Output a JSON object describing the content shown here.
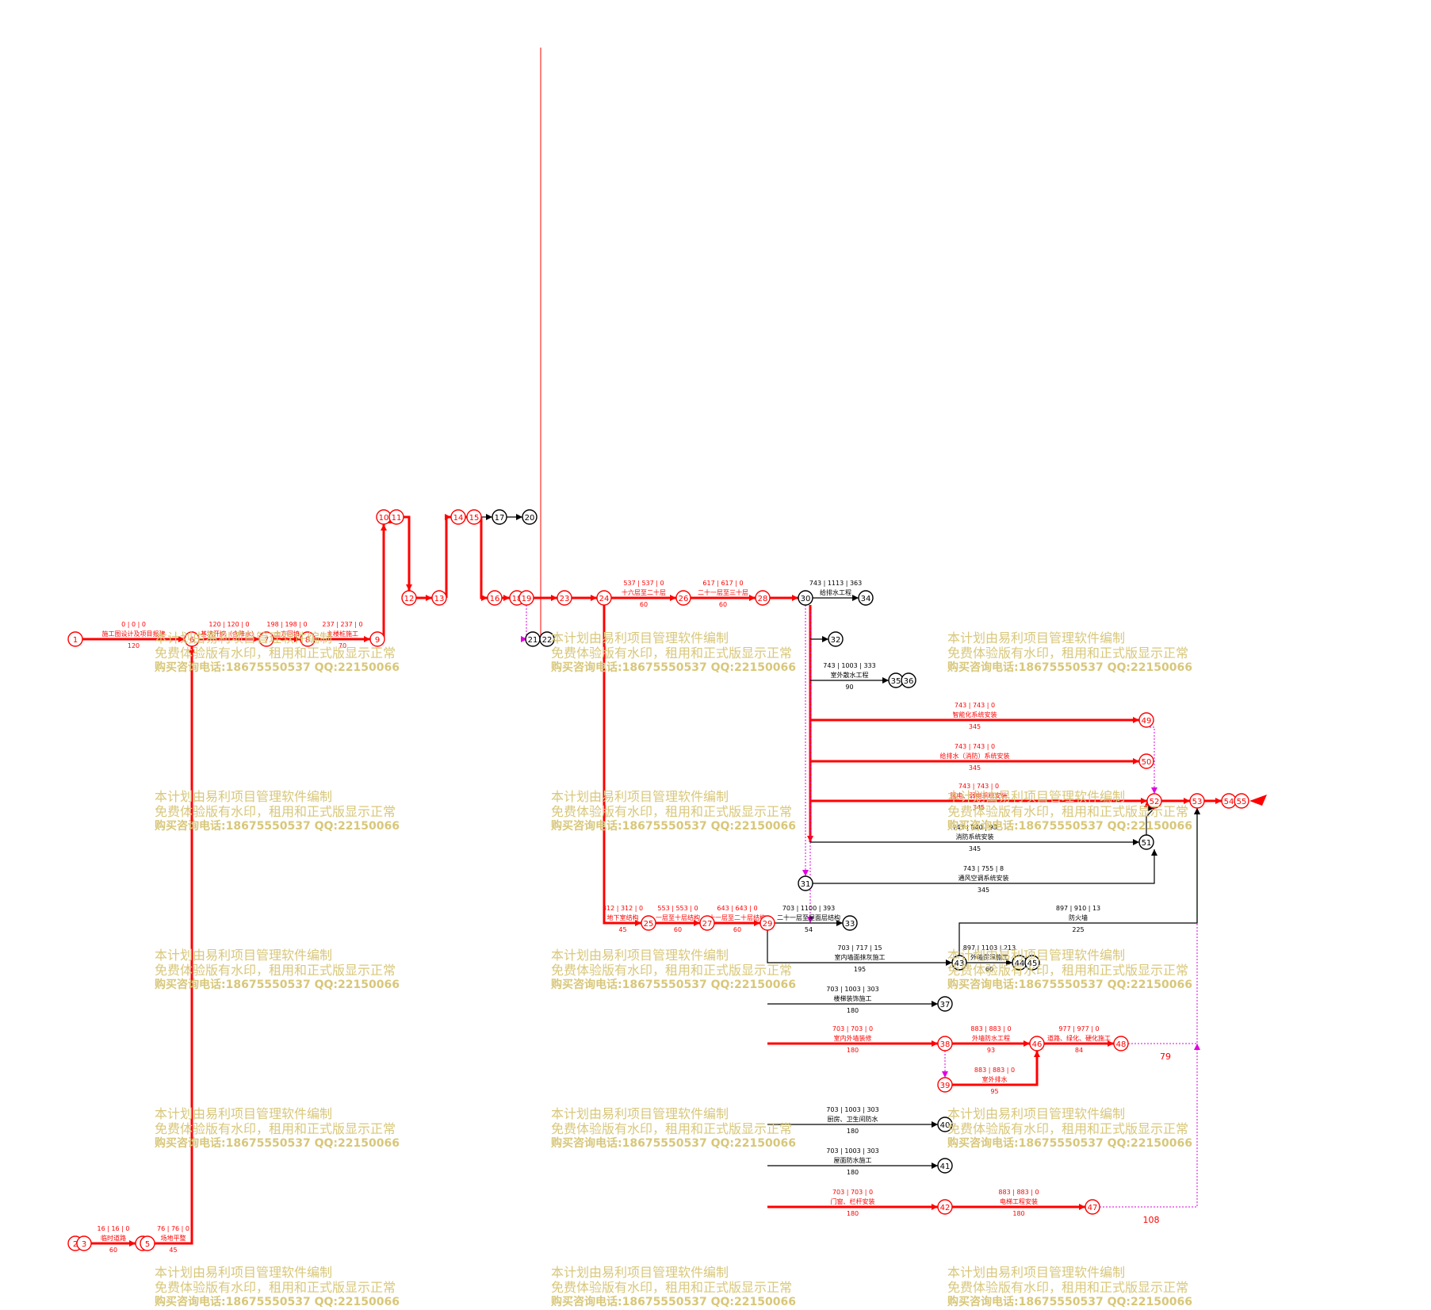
{
  "colors": {
    "critical": "#ff0000",
    "normal": "#000000",
    "virtual": "#e000e0",
    "watermark": "#d8c77a",
    "background": "#ffffff"
  },
  "watermark": {
    "line1": "本计划由易利项目管理软件编制",
    "line2": "免费体验版有水印，租用和正式版显示正常",
    "line3": "购买咨询电话:18675550537 QQ:22150066"
  },
  "nodes": [
    {
      "id": "1",
      "critical": true
    },
    {
      "id": "2",
      "critical": true
    },
    {
      "id": "3",
      "critical": true
    },
    {
      "id": "4",
      "critical": true
    },
    {
      "id": "5",
      "critical": true
    },
    {
      "id": "6",
      "critical": true
    },
    {
      "id": "7",
      "critical": true
    },
    {
      "id": "8",
      "critical": true
    },
    {
      "id": "9",
      "critical": true
    },
    {
      "id": "10",
      "critical": true
    },
    {
      "id": "11",
      "critical": true
    },
    {
      "id": "12",
      "critical": true
    },
    {
      "id": "13",
      "critical": true
    },
    {
      "id": "14",
      "critical": true
    },
    {
      "id": "15",
      "critical": true
    },
    {
      "id": "16",
      "critical": true
    },
    {
      "id": "17",
      "critical": false
    },
    {
      "id": "18",
      "critical": true
    },
    {
      "id": "19",
      "critical": true
    },
    {
      "id": "20",
      "critical": false
    },
    {
      "id": "21",
      "critical": false
    },
    {
      "id": "22",
      "critical": false
    },
    {
      "id": "23",
      "critical": true
    },
    {
      "id": "24",
      "critical": true
    },
    {
      "id": "25",
      "critical": true
    },
    {
      "id": "26",
      "critical": true
    },
    {
      "id": "27",
      "critical": true
    },
    {
      "id": "28",
      "critical": true
    },
    {
      "id": "29",
      "critical": true
    },
    {
      "id": "30",
      "critical": false
    },
    {
      "id": "31",
      "critical": false
    },
    {
      "id": "32",
      "critical": false
    },
    {
      "id": "33",
      "critical": false
    },
    {
      "id": "34",
      "critical": false
    },
    {
      "id": "35",
      "critical": false
    },
    {
      "id": "36",
      "critical": false
    },
    {
      "id": "37",
      "critical": false
    },
    {
      "id": "38",
      "critical": true
    },
    {
      "id": "39",
      "critical": true
    },
    {
      "id": "40",
      "critical": false
    },
    {
      "id": "41",
      "critical": false
    },
    {
      "id": "42",
      "critical": true
    },
    {
      "id": "43",
      "critical": false
    },
    {
      "id": "44",
      "critical": false
    },
    {
      "id": "45",
      "critical": false
    },
    {
      "id": "46",
      "critical": true
    },
    {
      "id": "47",
      "critical": true
    },
    {
      "id": "48",
      "critical": true
    },
    {
      "id": "49",
      "critical": true
    },
    {
      "id": "50",
      "critical": true
    },
    {
      "id": "51",
      "critical": false
    },
    {
      "id": "52",
      "critical": true
    },
    {
      "id": "53",
      "critical": true
    },
    {
      "id": "54",
      "critical": true
    },
    {
      "id": "55",
      "critical": true
    }
  ],
  "activities": [
    {
      "name": "施工图设计及项目报建",
      "duration": "120",
      "from": "1",
      "to": "6",
      "critical": true,
      "params": "0 | 0 | 0"
    },
    {
      "name": "临时道路",
      "duration": "60",
      "from": "3",
      "to": "4",
      "critical": true,
      "params": "16 | 16 | 0"
    },
    {
      "name": "场地平整",
      "duration": "45",
      "from": "5",
      "to": "6",
      "critical": true,
      "params": "76 | 76 | 0"
    },
    {
      "name": "基坑开挖（含降水）",
      "duration": "",
      "from": "6",
      "to": "7",
      "critical": true,
      "params": "120 | 120 | 0"
    },
    {
      "name": "土方回填",
      "duration": "",
      "from": "7",
      "to": "8",
      "critical": true,
      "params": "198 | 198 | 0"
    },
    {
      "name": "主楼桩施工",
      "duration": "70",
      "from": "8",
      "to": "9",
      "critical": true,
      "params": "237 | 237 | 0"
    },
    {
      "name": "十六层至二十层",
      "duration": "60",
      "from": "24",
      "to": "26",
      "critical": true,
      "params": "537 | 537 | 0"
    },
    {
      "name": "二十一层至三十层",
      "duration": "60",
      "from": "26",
      "to": "28",
      "critical": true,
      "params": "617 | 617 | 0"
    },
    {
      "name": "地下室结构",
      "duration": "45",
      "from": "24",
      "to": "25",
      "critical": true,
      "params": "312 | 312 | 0"
    },
    {
      "name": "一层至十层结构",
      "duration": "60",
      "from": "25",
      "to": "27",
      "critical": true,
      "params": "553 | 553 | 0"
    },
    {
      "name": "十一层至二十层结构",
      "duration": "60",
      "from": "27",
      "to": "29",
      "critical": true,
      "params": "643 | 643 | 0"
    },
    {
      "name": "二十一层至屋面层结构",
      "duration": "54",
      "from": "29",
      "to": "33",
      "critical": false,
      "params": "703 | 1100 | 393"
    },
    {
      "name": "室内墙面抹灰施工",
      "duration": "195",
      "from": "29",
      "to": "43",
      "critical": false,
      "params": "703 | 717 | 15"
    },
    {
      "name": "楼梯装饰施工",
      "duration": "180",
      "from": "29",
      "to": "37",
      "critical": false,
      "params": "703 | 1003 | 303"
    },
    {
      "name": "室内外墙装修",
      "duration": "180",
      "from": "29",
      "to": "38",
      "critical": true,
      "params": "703 | 703 | 0"
    },
    {
      "name": "外墙防水工程",
      "duration": "93",
      "from": "38",
      "to": "46",
      "critical": true,
      "params": "883 | 883 | 0"
    },
    {
      "name": "室外排水",
      "duration": "95",
      "from": "39",
      "to": "46",
      "critical": true,
      "params": "883 | 883 | 0"
    },
    {
      "name": "道路、绿化、硬化施工",
      "duration": "84",
      "from": "46",
      "to": "48",
      "critical": true,
      "params": "977 | 977 | 0"
    },
    {
      "name": "厨房、卫生间防水",
      "duration": "180",
      "from": "29",
      "to": "40",
      "critical": false,
      "params": "703 | 1003 | 303"
    },
    {
      "name": "屋面防水施工",
      "duration": "180",
      "from": "29",
      "to": "41",
      "critical": false,
      "params": "703 | 1003 | 303"
    },
    {
      "name": "门窗、栏杆安装",
      "duration": "180",
      "from": "29",
      "to": "42",
      "critical": true,
      "params": "703 | 703 | 0"
    },
    {
      "name": "电梯工程安装",
      "duration": "180",
      "from": "42",
      "to": "47",
      "critical": true,
      "params": "883 | 883 | 0"
    },
    {
      "name": "给排水工程",
      "duration": "",
      "from": "30",
      "to": "34",
      "critical": false,
      "params": "743 | 1113 | 363"
    },
    {
      "name": "室外散水工程",
      "duration": "90",
      "from": "30",
      "to": "35",
      "critical": false,
      "params": "743 | 1003 | 333"
    },
    {
      "name": "智能化系统安装",
      "duration": "345",
      "from": "30",
      "to": "49",
      "critical": true,
      "params": "743 | 743 | 0"
    },
    {
      "name": "给排水（消防）系统安装",
      "duration": "345",
      "from": "30",
      "to": "50",
      "critical": true,
      "params": "743 | 743 | 0"
    },
    {
      "name": "强电、弱电系统安装",
      "duration": "345",
      "from": "30",
      "to": "52",
      "critical": true,
      "params": "743 | 743 | 0"
    },
    {
      "name": "消防系统安装",
      "duration": "345",
      "from": "30",
      "to": "51",
      "critical": false,
      "params": "743 | 840 | 98"
    },
    {
      "name": "通风空调系统安装",
      "duration": "345",
      "from": "31",
      "to": "51",
      "critical": false,
      "params": "743 | 755 | 8"
    },
    {
      "name": "外墙保温施工",
      "duration": "60",
      "from": "43",
      "to": "44",
      "critical": false,
      "params": "897 | 1103 | 213"
    },
    {
      "name": "防火墙",
      "duration": "225",
      "from": "43",
      "to": "53",
      "critical": false,
      "params": "897 | 910 | 13"
    }
  ],
  "float_labels": {
    "f48": "79",
    "f47": "108"
  }
}
